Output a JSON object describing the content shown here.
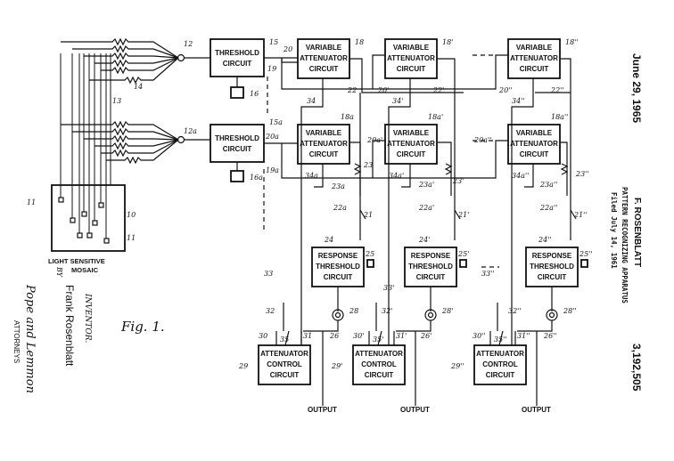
{
  "blocks": {
    "threshold": "THRESHOLD CIRCUIT",
    "variable_attenuator": "VARIABLE ATTENUATOR CIRCUIT",
    "response_threshold": "RESPONSE THRESHOLD CIRCUIT",
    "attenuator_control": "ATTENUATOR CONTROL CIRCUIT"
  },
  "mosaic_label": "LIGHT SENSITIVE MOSAIC",
  "output_label": "OUTPUT",
  "figure_label": "Fig. 1.",
  "header": {
    "date": "June 29, 1965",
    "patentee": "F. ROSENBLATT",
    "title": "PATTERN RECOGNIZING APPARATUS",
    "filed": "Filed July 14, 1961",
    "patent_number": "3,192,505"
  },
  "inventor": {
    "caption": "INVENTOR.",
    "name": "Frank Rosenblatt",
    "by": "BY",
    "attorneys_signature": "Pope and Lemmon",
    "attorneys": "ATTORNEYS"
  },
  "refs": {
    "r10": "10",
    "r11a": "11",
    "r11b": "11",
    "r12": "12",
    "r12a": "12a",
    "r13": "13",
    "r14": "14",
    "r15": "15",
    "r15a": "15a",
    "r16": "16",
    "r16a": "16a",
    "r18": "18",
    "r18p": "18'",
    "r18pp": "18''",
    "r18a": "18a",
    "r18ap": "18a'",
    "r18app": "18a''",
    "r19": "19",
    "r19a": "19a",
    "r20": "20",
    "r20p": "20'",
    "r20pp": "20''",
    "r20a": "20a",
    "r20ap": "20a'",
    "r20app": "20a''",
    "r21": "21",
    "r21p": "21'",
    "r21pp": "21''",
    "r22": "22",
    "r22p": "22'",
    "r22pp": "22''",
    "r22a": "22a",
    "r22ap": "22a'",
    "r22app": "22a''",
    "r23": "23",
    "r23p": "23'",
    "r23pp": "23''",
    "r23a": "23a",
    "r23ap": "23a'",
    "r23app": "23a''",
    "r24": "24",
    "r24p": "24'",
    "r24pp": "24''",
    "r25": "25",
    "r25p": "25'",
    "r25pp": "25''",
    "r26": "26",
    "r26p": "26'",
    "r26pp": "26''",
    "r28": "28",
    "r28p": "28'",
    "r28pp": "28''",
    "r29": "29",
    "r29p": "29'",
    "r29pp": "29''",
    "r30": "30",
    "r30p": "30'",
    "r30pp": "30''",
    "r31": "31",
    "r31p": "31'",
    "r31pp": "31''",
    "r32": "32",
    "r32p": "32'",
    "r32pp": "32''",
    "r33": "33",
    "r33p": "33'",
    "r33pp": "33''",
    "r34": "34",
    "r34p": "34'",
    "r34pp": "34''",
    "r34a": "34a",
    "r34ap": "34a'",
    "r34app": "34a''",
    "r35": "35",
    "r35p": "35'",
    "r35pp": "35''"
  }
}
